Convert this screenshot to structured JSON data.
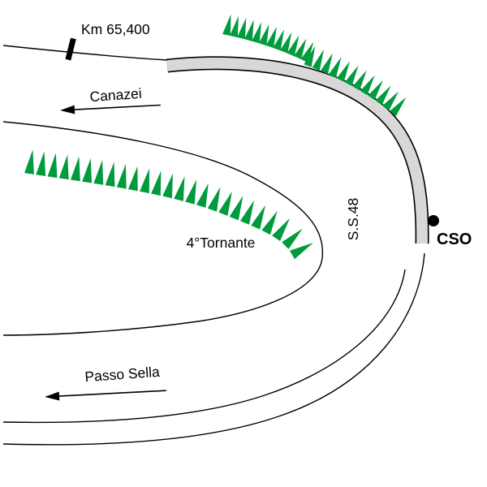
{
  "diagram": {
    "labels": {
      "km_marker": "Km 65,400",
      "canazei": "Canazei",
      "tornante": "4°Tornante",
      "road": "S.S.48",
      "station": "CSO",
      "passo_sella": "Passo Sella"
    },
    "colors": {
      "tree_green": "#009b3c",
      "road_band_fill": "#d8d8d8",
      "line": "#000000",
      "background": "#ffffff"
    }
  }
}
